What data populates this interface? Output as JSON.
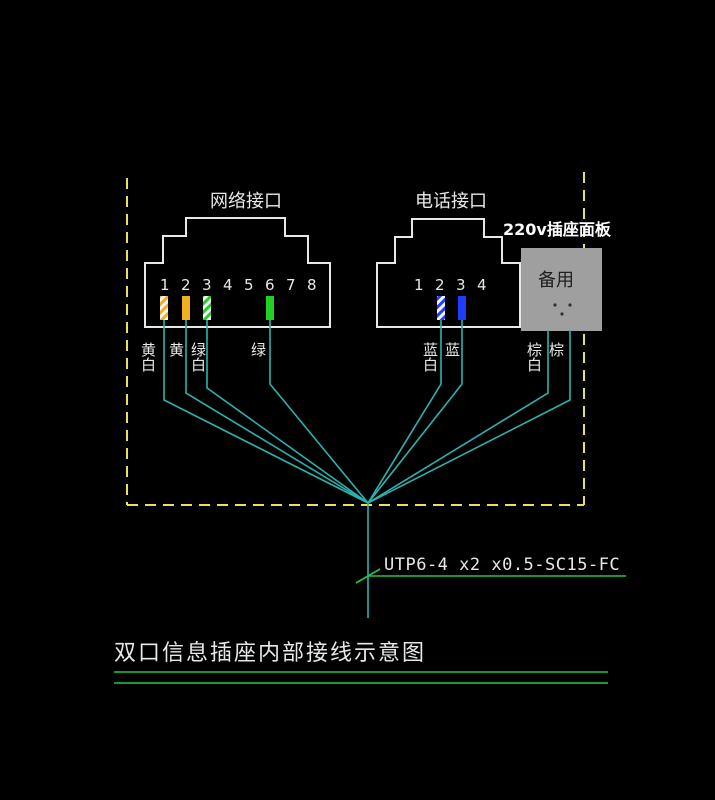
{
  "network": {
    "title": "网络接口",
    "pins": [
      "1",
      "2",
      "3",
      "4",
      "5",
      "6",
      "7",
      "8"
    ],
    "wire_labels": [
      "黄白",
      "黄",
      "绿白",
      "绿"
    ]
  },
  "phone": {
    "title": "电话接口",
    "pins": [
      "1",
      "2",
      "3",
      "4"
    ],
    "wire_labels": [
      "蓝白",
      "蓝"
    ]
  },
  "panel": {
    "overlay_label": "220v插座面板",
    "spare_label": "备用",
    "wire_labels": [
      "棕白",
      "棕"
    ]
  },
  "cable": {
    "label": "UTP6-4 x2 x0.5-SC15-FC"
  },
  "diagram_title": "双口信息插座内部接线示意图",
  "colors": {
    "wire": "#2bb3b0",
    "frame": "#e8e060",
    "line": "#1fc84a",
    "yellow": "#f2b01e",
    "green": "#22d022",
    "blue": "#1f3cff",
    "white": "#f5f5f5"
  }
}
